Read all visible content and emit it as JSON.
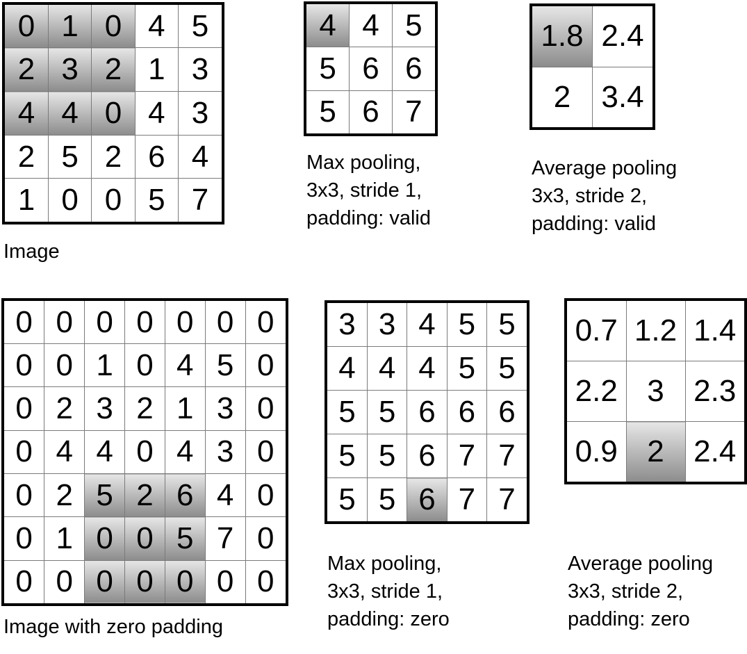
{
  "image": {
    "rows": [
      [
        "0",
        "1",
        "0",
        "4",
        "5"
      ],
      [
        "2",
        "3",
        "2",
        "1",
        "3"
      ],
      [
        "4",
        "4",
        "0",
        "4",
        "3"
      ],
      [
        "2",
        "5",
        "2",
        "6",
        "4"
      ],
      [
        "1",
        "0",
        "0",
        "5",
        "7"
      ]
    ],
    "highlighted_cells": [
      [
        0,
        0
      ],
      [
        0,
        1
      ],
      [
        0,
        2
      ],
      [
        1,
        0
      ],
      [
        1,
        1
      ],
      [
        1,
        2
      ],
      [
        2,
        0
      ],
      [
        2,
        1
      ],
      [
        2,
        2
      ]
    ],
    "caption": [
      "Image"
    ]
  },
  "max_pool_valid": {
    "rows": [
      [
        "4",
        "4",
        "5"
      ],
      [
        "5",
        "6",
        "6"
      ],
      [
        "5",
        "6",
        "7"
      ]
    ],
    "highlighted_cells": [
      [
        0,
        0
      ]
    ],
    "caption": [
      "Max pooling,",
      "3x3, stride 1,",
      "padding: valid"
    ]
  },
  "avg_pool_valid": {
    "rows": [
      [
        "1.8",
        "2.4"
      ],
      [
        "2",
        "3.4"
      ]
    ],
    "highlighted_cells": [
      [
        0,
        0
      ]
    ],
    "caption": [
      "Average pooling",
      "3x3, stride 2,",
      "padding: valid"
    ]
  },
  "padded_image": {
    "rows": [
      [
        "0",
        "0",
        "0",
        "0",
        "0",
        "0",
        "0"
      ],
      [
        "0",
        "0",
        "1",
        "0",
        "4",
        "5",
        "0"
      ],
      [
        "0",
        "2",
        "3",
        "2",
        "1",
        "3",
        "0"
      ],
      [
        "0",
        "4",
        "4",
        "0",
        "4",
        "3",
        "0"
      ],
      [
        "0",
        "2",
        "5",
        "2",
        "6",
        "4",
        "0"
      ],
      [
        "0",
        "1",
        "0",
        "0",
        "5",
        "7",
        "0"
      ],
      [
        "0",
        "0",
        "0",
        "0",
        "0",
        "0",
        "0"
      ]
    ],
    "highlighted_cells": [
      [
        4,
        2
      ],
      [
        4,
        3
      ],
      [
        4,
        4
      ],
      [
        5,
        2
      ],
      [
        5,
        3
      ],
      [
        5,
        4
      ],
      [
        6,
        2
      ],
      [
        6,
        3
      ],
      [
        6,
        4
      ]
    ],
    "caption": [
      "Image with zero padding"
    ]
  },
  "max_pool_zero": {
    "rows": [
      [
        "3",
        "3",
        "4",
        "5",
        "5"
      ],
      [
        "4",
        "4",
        "4",
        "5",
        "5"
      ],
      [
        "5",
        "5",
        "6",
        "6",
        "6"
      ],
      [
        "5",
        "5",
        "6",
        "7",
        "7"
      ],
      [
        "5",
        "5",
        "6",
        "7",
        "7"
      ]
    ],
    "highlighted_cells": [
      [
        4,
        2
      ]
    ],
    "caption": [
      "Max pooling,",
      "3x3, stride 1,",
      "padding: zero"
    ]
  },
  "avg_pool_zero": {
    "rows": [
      [
        "0.7",
        "1.2",
        "1.4"
      ],
      [
        "2.2",
        "3",
        "2.3"
      ],
      [
        "0.9",
        "2",
        "2.4"
      ]
    ],
    "highlighted_cells": [
      [
        2,
        1
      ]
    ],
    "caption": [
      "Average pooling",
      "3x3, stride 2,",
      "padding: zero"
    ]
  },
  "colors": {
    "highlight_light": "#e6e6e6",
    "highlight_dark": "#8c8c8c",
    "border": "#000000",
    "cell_line": "#7a7a7a"
  }
}
